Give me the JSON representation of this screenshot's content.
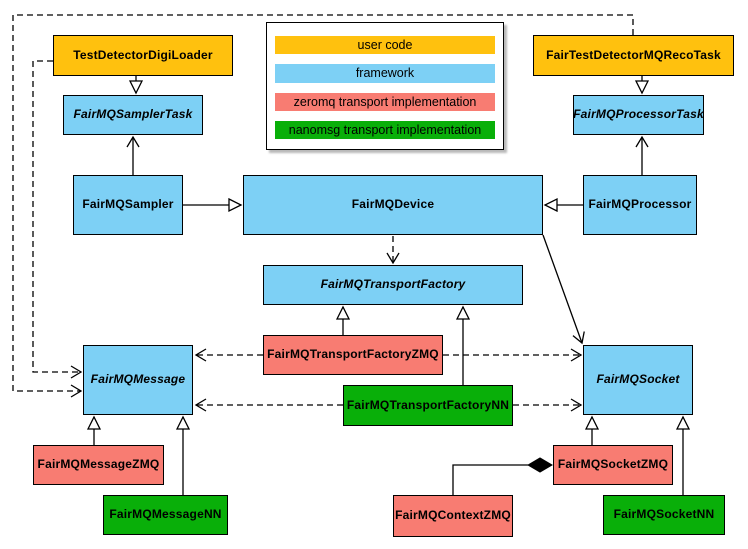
{
  "diagram": {
    "subject": "FairMQ class diagram",
    "colors": {
      "user_code": "#FFC10E",
      "framework": "#7DD0F5",
      "zeromq_implementation": "#F87C72",
      "nanomsg_implementation": "#09AF09",
      "border": "#000000",
      "background": "#FFFFFF"
    }
  },
  "legend": {
    "items": [
      {
        "label": "user code",
        "color": "#FFC10E"
      },
      {
        "label": "framework",
        "color": "#7DD0F5"
      },
      {
        "label": "zeromq transport implementation",
        "color": "#F87C72"
      },
      {
        "label": "nanomsg transport implementation",
        "color": "#09AF09"
      }
    ]
  },
  "nodes": {
    "digiLoader": {
      "label": "TestDetectorDigiLoader",
      "category": "user code",
      "abstract": false
    },
    "recoTask": {
      "label": "FairTestDetectorMQRecoTask",
      "category": "user code",
      "abstract": false
    },
    "samplerTask": {
      "label": "FairMQSamplerTask",
      "category": "framework",
      "abstract": true
    },
    "processorTask": {
      "label": "FairMQProcessorTask",
      "category": "framework",
      "abstract": true
    },
    "sampler": {
      "label": "FairMQSampler",
      "category": "framework",
      "abstract": false
    },
    "device": {
      "label": "FairMQDevice",
      "category": "framework",
      "abstract": false
    },
    "processor": {
      "label": "FairMQProcessor",
      "category": "framework",
      "abstract": false
    },
    "factory": {
      "label": "FairMQTransportFactory",
      "category": "framework",
      "abstract": true
    },
    "tfZMQ": {
      "label": "FairMQTransportFactoryZMQ",
      "category": "zeromq transport implementation",
      "abstract": false
    },
    "tfNN": {
      "label": "FairMQTransportFactoryNN",
      "category": "nanomsg transport implementation",
      "abstract": false
    },
    "message": {
      "label": "FairMQMessage",
      "category": "framework",
      "abstract": true
    },
    "messageZMQ": {
      "label": "FairMQMessageZMQ",
      "category": "zeromq transport implementation",
      "abstract": false
    },
    "messageNN": {
      "label": "FairMQMessageNN",
      "category": "nanomsg transport implementation",
      "abstract": false
    },
    "socket": {
      "label": "FairMQSocket",
      "category": "framework",
      "abstract": true
    },
    "socketZMQ": {
      "label": "FairMQSocketZMQ",
      "category": "zeromq transport implementation",
      "abstract": false
    },
    "socketNN": {
      "label": "FairMQSocketNN",
      "category": "nanomsg transport implementation",
      "abstract": false
    },
    "contextZMQ": {
      "label": "FairMQContextZMQ",
      "category": "zeromq transport implementation",
      "abstract": false
    }
  },
  "edges": [
    {
      "from": "TestDetectorDigiLoader",
      "to": "FairMQSamplerTask",
      "type": "inheritance-triangle"
    },
    {
      "from": "FairTestDetectorMQRecoTask",
      "to": "FairMQProcessorTask",
      "type": "inheritance-triangle"
    },
    {
      "from": "FairMQSampler",
      "to": "FairMQSamplerTask",
      "type": "association-arrow"
    },
    {
      "from": "FairMQProcessor",
      "to": "FairMQProcessorTask",
      "type": "association-arrow"
    },
    {
      "from": "FairMQSampler",
      "to": "FairMQDevice",
      "type": "inheritance-triangle"
    },
    {
      "from": "FairMQProcessor",
      "to": "FairMQDevice",
      "type": "inheritance-triangle"
    },
    {
      "from": "FairMQDevice",
      "to": "FairMQTransportFactory",
      "type": "dashed-dependency"
    },
    {
      "from": "FairMQDevice",
      "to": "FairMQSocket",
      "type": "association-arrow"
    },
    {
      "from": "FairMQTransportFactoryZMQ",
      "to": "FairMQTransportFactory",
      "type": "inheritance-triangle"
    },
    {
      "from": "FairMQTransportFactoryNN",
      "to": "FairMQTransportFactory",
      "type": "inheritance-triangle"
    },
    {
      "from": "FairMQTransportFactoryZMQ",
      "to": "FairMQMessage",
      "type": "dashed-dependency"
    },
    {
      "from": "FairMQTransportFactoryZMQ",
      "to": "FairMQSocket",
      "type": "dashed-dependency"
    },
    {
      "from": "FairMQTransportFactoryNN",
      "to": "FairMQMessage",
      "type": "dashed-dependency"
    },
    {
      "from": "FairMQTransportFactoryNN",
      "to": "FairMQSocket",
      "type": "dashed-dependency"
    },
    {
      "from": "TestDetectorDigiLoader",
      "to": "FairMQMessage",
      "type": "dashed-dependency"
    },
    {
      "from": "FairTestDetectorMQRecoTask",
      "to": "FairMQMessage",
      "type": "dashed-dependency"
    },
    {
      "from": "FairMQMessageZMQ",
      "to": "FairMQMessage",
      "type": "inheritance-triangle"
    },
    {
      "from": "FairMQMessageNN",
      "to": "FairMQMessage",
      "type": "inheritance-triangle"
    },
    {
      "from": "FairMQSocketZMQ",
      "to": "FairMQSocket",
      "type": "inheritance-triangle"
    },
    {
      "from": "FairMQSocketNN",
      "to": "FairMQSocket",
      "type": "inheritance-triangle"
    },
    {
      "from": "FairMQContextZMQ",
      "to": "FairMQSocketZMQ",
      "type": "composition-diamond"
    }
  ]
}
